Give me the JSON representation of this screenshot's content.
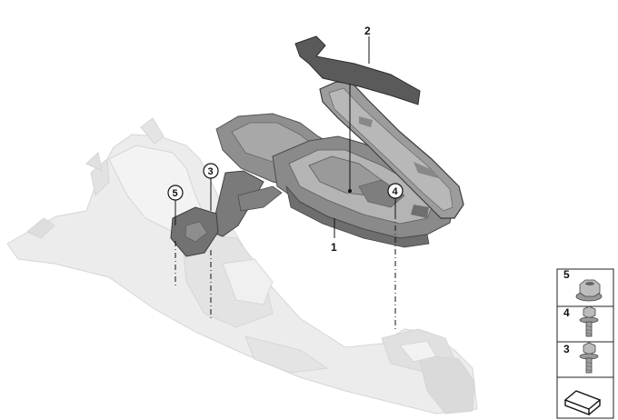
{
  "callouts": {
    "label_1": "1",
    "label_2": "2",
    "circle_3": "3",
    "circle_4": "4",
    "circle_5": "5"
  },
  "legend": {
    "items": [
      {
        "number": "5",
        "icon": "hex-nut-icon"
      },
      {
        "number": "4",
        "icon": "flange-screw-icon"
      },
      {
        "number": "3",
        "icon": "flange-screw-icon"
      }
    ],
    "last_icon": "bracket-symbol-icon"
  },
  "colors": {
    "ghost_console": "#e6e6e6",
    "part_dark": "#7d7d7d",
    "gasket": "#5a5a5a"
  }
}
